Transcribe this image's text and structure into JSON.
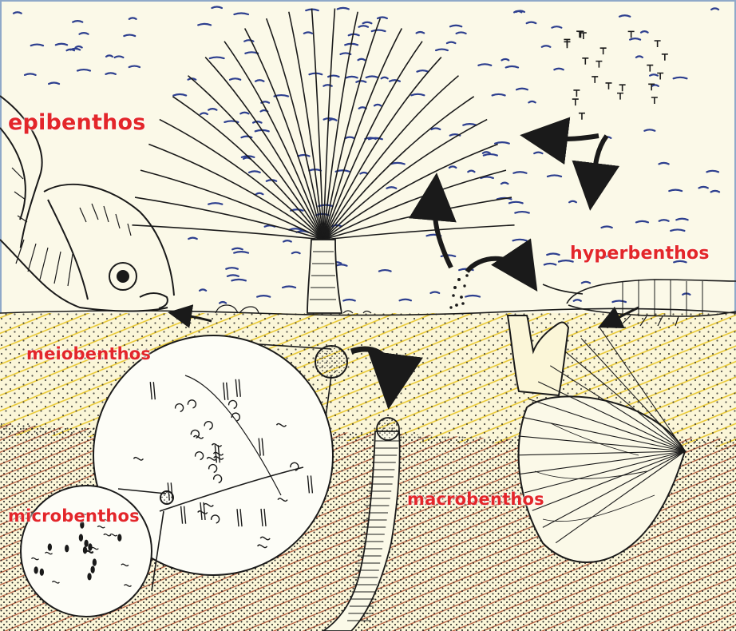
{
  "labels": {
    "epibenthos": "epibenthos",
    "hyperbenthos": "hyperbenthos",
    "meiobenthos": "meiobenthos",
    "microbenthos": "microbenthos",
    "macrobenthos": "macrobenthos"
  },
  "colors": {
    "label": "#e3262a",
    "water_dash": "#2d3f8f",
    "ink": "#1a1a1a",
    "background": "#fbf9e8",
    "sediment_hatch_upper": "#e8c62a",
    "sediment_hatch_lower": "#b55a3a"
  }
}
